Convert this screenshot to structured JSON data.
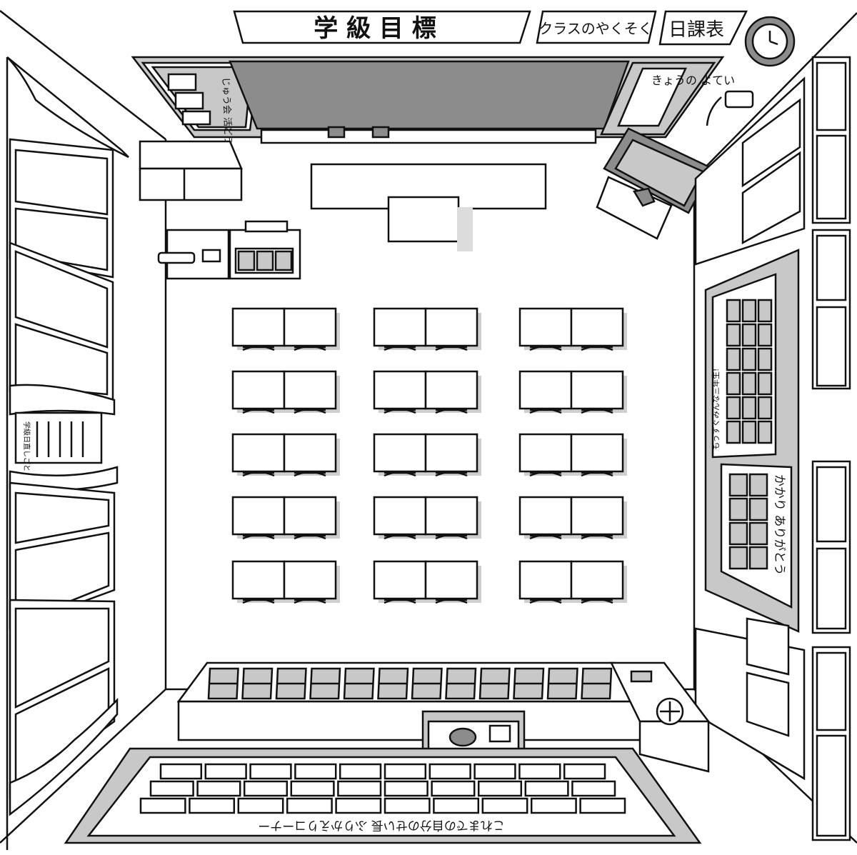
{
  "signs": {
    "class_goal": "学 級 目 標",
    "class_promise": "クラスのやくそく",
    "timetable": "日課表"
  },
  "board": {
    "left_panel": "じゅう会 活どう",
    "right_panel": "きょうの よてい"
  },
  "right_wall": {
    "board_label": "もうすぐみんな三年生!",
    "kakari_label": "かかり ありがとう"
  },
  "left_wall": {
    "notice_title": "学級日直しごと"
  },
  "back_wall": {
    "banner": "これまでの自分のせい長 ふりかえりコーナー"
  },
  "seating": {
    "rows": 5,
    "column_groups": 3,
    "desks_per_group": 2
  },
  "cubbies": {
    "cells": 12
  },
  "back_board": {
    "rows": 3,
    "cols": 10
  },
  "kakari_board": {
    "rows": 4,
    "cols": 2
  },
  "moving_up_board": {
    "rows": 6,
    "cols": 3
  }
}
